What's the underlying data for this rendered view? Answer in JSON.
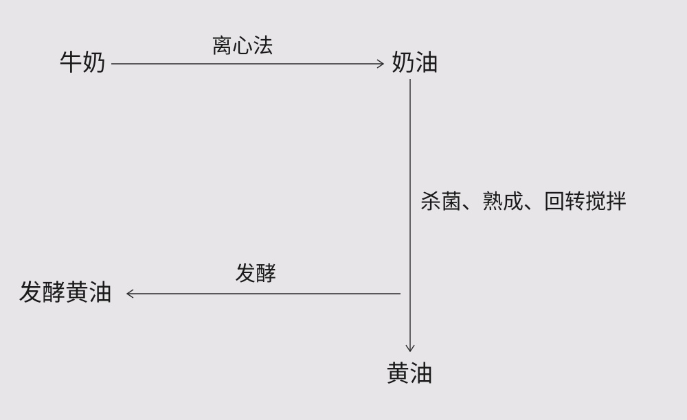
{
  "nodes": {
    "milk": "牛奶",
    "cream": "奶油",
    "butter": "黄油",
    "cultured_butter": "发酵黄油"
  },
  "edges": {
    "milk_to_cream": "离心法",
    "cream_to_butter": "杀菌、熟成、回转搅拌",
    "butter_to_cultured": "发酵"
  },
  "colors": {
    "background": "#e7e5e8",
    "text": "#1a1a1a",
    "line": "#2a2a2a"
  }
}
